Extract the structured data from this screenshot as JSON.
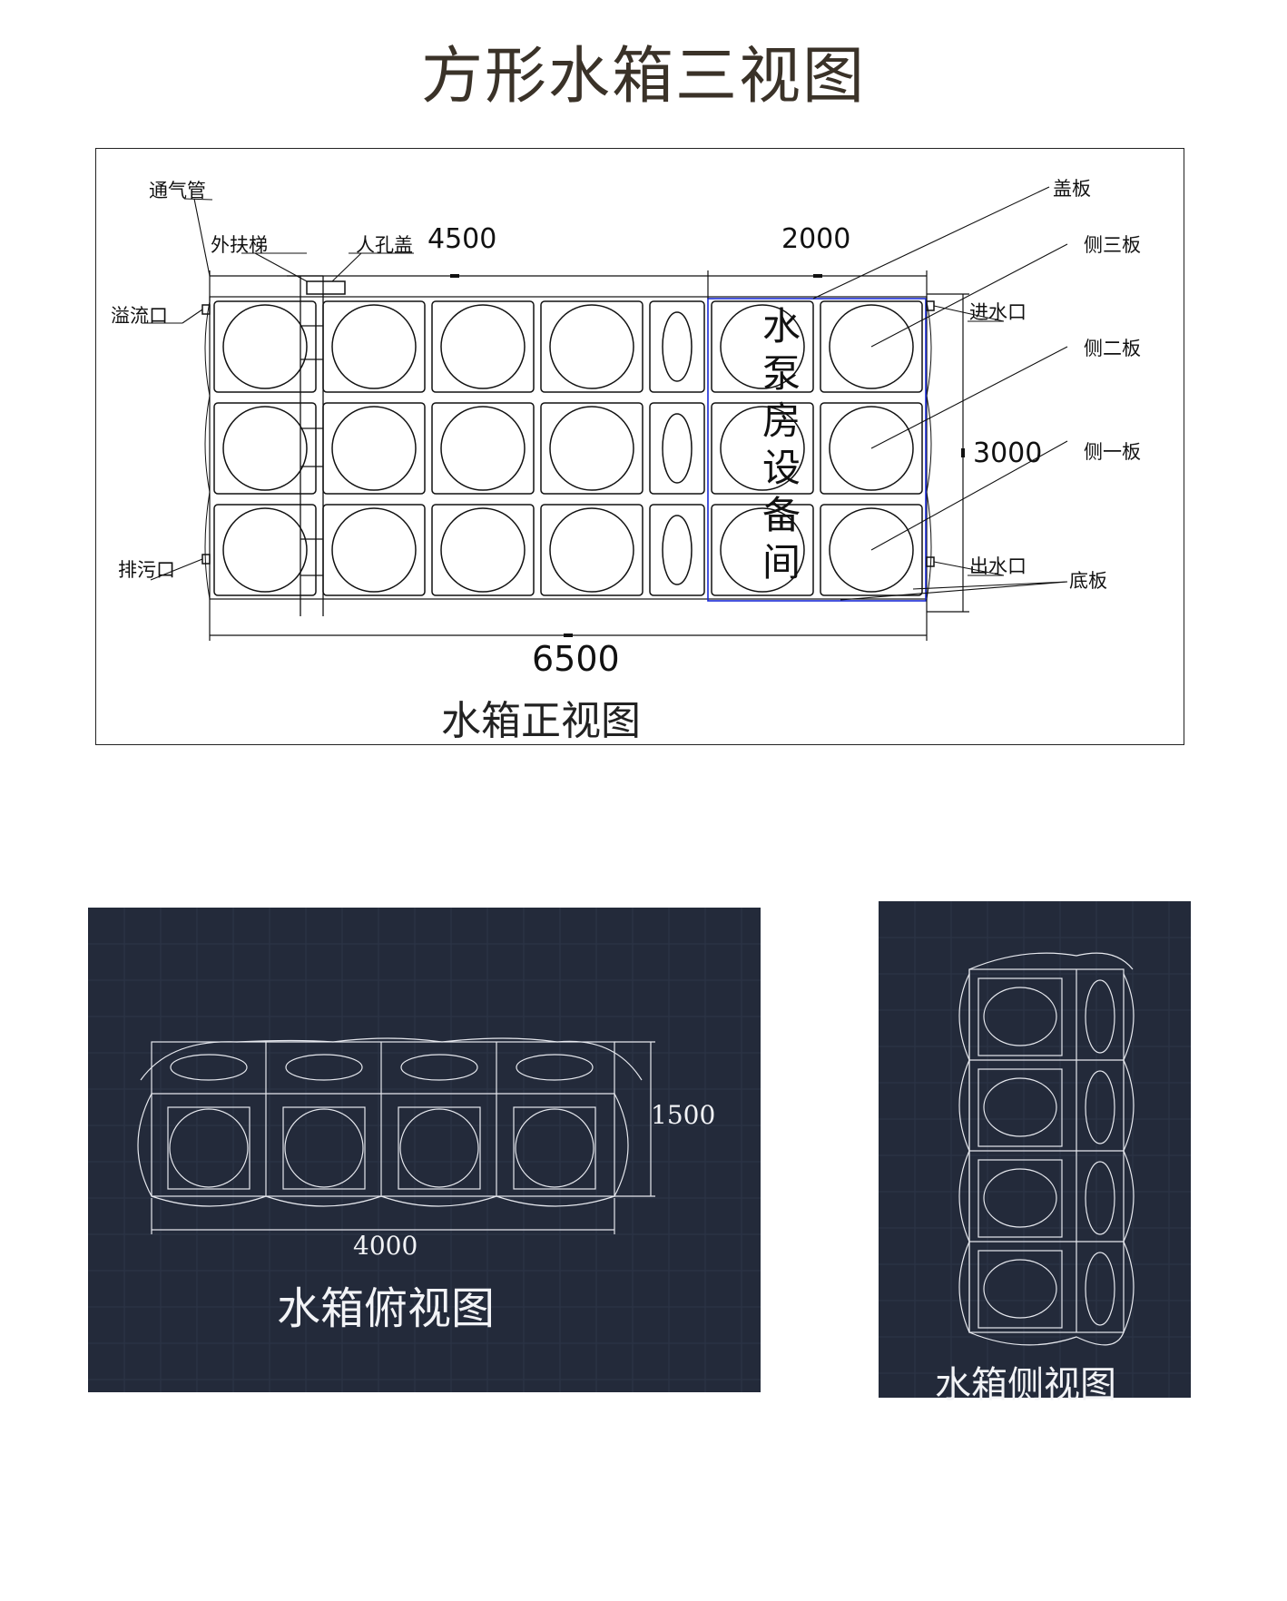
{
  "page_title": "方形水箱三视图",
  "front_view": {
    "caption": "水箱正视图",
    "dims": {
      "total_width": "6500",
      "tank_width": "4500",
      "pump_room_width": "2000",
      "height": "3000"
    },
    "room_label": [
      "水",
      "泵",
      "房",
      "设",
      "备",
      "间"
    ],
    "labels": {
      "vent_pipe": "通气管",
      "ladder": "外扶梯",
      "manhole": "人孔盖",
      "overflow": "溢流口",
      "drain": "排污口",
      "inlet": "进水口",
      "outlet": "出水口",
      "cover_plate": "盖板",
      "side_plate_3": "侧三板",
      "side_plate_2": "侧二板",
      "side_plate_1": "侧一板",
      "bottom_plate": "底板"
    },
    "colors": {
      "line": "#111111",
      "pump_room": "#1a2bd6"
    }
  },
  "top_view": {
    "caption": "水箱俯视图",
    "dims": {
      "width": "4000",
      "depth": "1500"
    },
    "colors": {
      "background": "#232a3a",
      "line": "#e6e8ee"
    }
  },
  "side_view": {
    "caption": "水箱侧视图",
    "colors": {
      "background": "#232a3a",
      "line": "#e6e8ee"
    }
  }
}
